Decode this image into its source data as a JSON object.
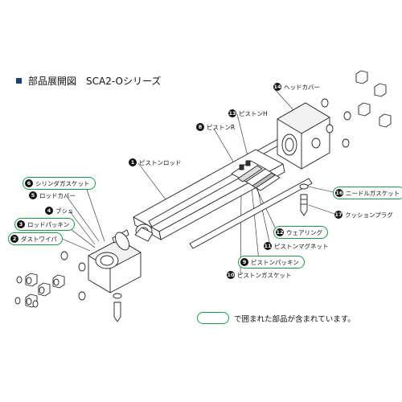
{
  "header": {
    "title": "部品展開図　SCA2-Oシリーズ"
  },
  "note": {
    "text": "で囲まれた部品が含まれています。"
  },
  "colors": {
    "highlight": "#1c9a48",
    "title_square": "#1d3f7a"
  },
  "parts": [
    {
      "no": "1",
      "name": "ピストンロッド"
    },
    {
      "no": "2",
      "name": "ダストワイパ"
    },
    {
      "no": "3",
      "name": "ロッドパッキン"
    },
    {
      "no": "4",
      "name": "ブシュ"
    },
    {
      "no": "5",
      "name": "ロッドカバー"
    },
    {
      "no": "6",
      "name": "シリンダガスケット"
    },
    {
      "no": "8",
      "name": "ピストンR"
    },
    {
      "no": "9",
      "name": "ピストンパッキン"
    },
    {
      "no": "10",
      "name": "ピストンガスケット"
    },
    {
      "no": "11",
      "name": "ピストンマグネット"
    },
    {
      "no": "12",
      "name": "ウェアリング"
    },
    {
      "no": "13",
      "name": "ピストンH"
    },
    {
      "no": "14",
      "name": "ヘッドカバー"
    },
    {
      "no": "16",
      "name": "ニードルガスケット"
    },
    {
      "no": "17",
      "name": "クッションプラグ"
    }
  ]
}
